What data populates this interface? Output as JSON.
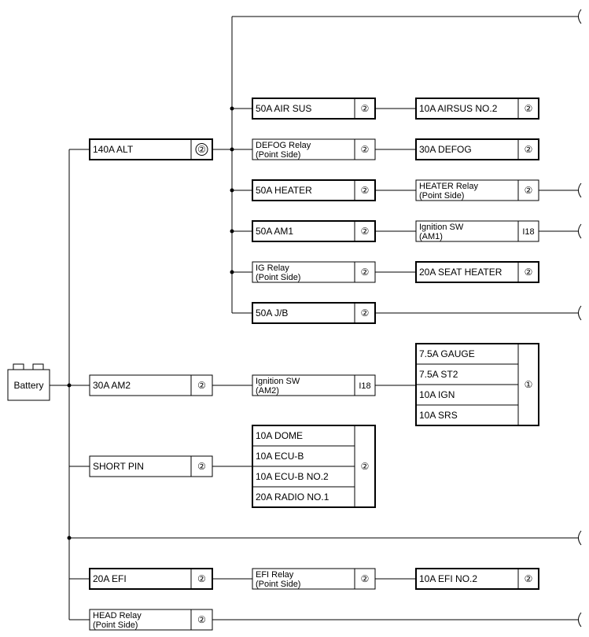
{
  "battery": {
    "label": "Battery"
  },
  "main_fuses": {
    "alt": {
      "label": "140A ALT",
      "conn": "②"
    },
    "am2": {
      "label": "30A AM2",
      "conn": "②"
    },
    "short_pin": {
      "label": "SHORT PIN",
      "conn": "②"
    },
    "efi": {
      "label": "20A EFI",
      "conn": "②"
    },
    "head_relay": {
      "line1": "HEAD Relay",
      "line2": "(Point Side)",
      "conn": "②"
    }
  },
  "alt_branches": {
    "air_sus": {
      "label": "50A AIR SUS",
      "conn": "②"
    },
    "defog_relay": {
      "line1": "DEFOG Relay",
      "line2": "(Point Side)",
      "conn": "②"
    },
    "heater": {
      "label": "50A HEATER",
      "conn": "②"
    },
    "am1": {
      "label": "50A AM1",
      "conn": "②"
    },
    "ig_relay": {
      "line1": "IG Relay",
      "line2": "(Point Side)",
      "conn": "②"
    },
    "jb": {
      "label": "50A J/B",
      "conn": "②"
    }
  },
  "alt_loads": {
    "airsus_no2": {
      "label": "10A AIRSUS NO.2",
      "conn": "②"
    },
    "defog": {
      "label": "30A DEFOG",
      "conn": "②"
    },
    "heater_relay": {
      "line1": "HEATER Relay",
      "line2": "(Point Side)",
      "conn": "②"
    },
    "ign_sw_am1": {
      "line1": "Ignition SW",
      "line2": "(AM1)",
      "conn": "I18"
    },
    "seat_heater": {
      "label": "20A SEAT HEATER",
      "conn": "②"
    }
  },
  "am2_chain": {
    "ign_sw_am2": {
      "line1": "Ignition SW",
      "line2": "(AM2)",
      "conn": "I18"
    },
    "fuse_group": {
      "items": [
        "7.5A GAUGE",
        "7.5A ST2",
        "10A IGN",
        "10A SRS"
      ],
      "conn": "①"
    }
  },
  "short_pin_group": {
    "items": [
      "10A DOME",
      "10A ECU-B",
      "10A ECU-B NO.2",
      "20A RADIO NO.1"
    ],
    "conn": "②"
  },
  "efi_chain": {
    "efi_relay": {
      "line1": "EFI Relay",
      "line2": "(Point Side)",
      "conn": "②"
    },
    "efi_no2": {
      "label": "10A EFI NO.2",
      "conn": "②"
    }
  }
}
